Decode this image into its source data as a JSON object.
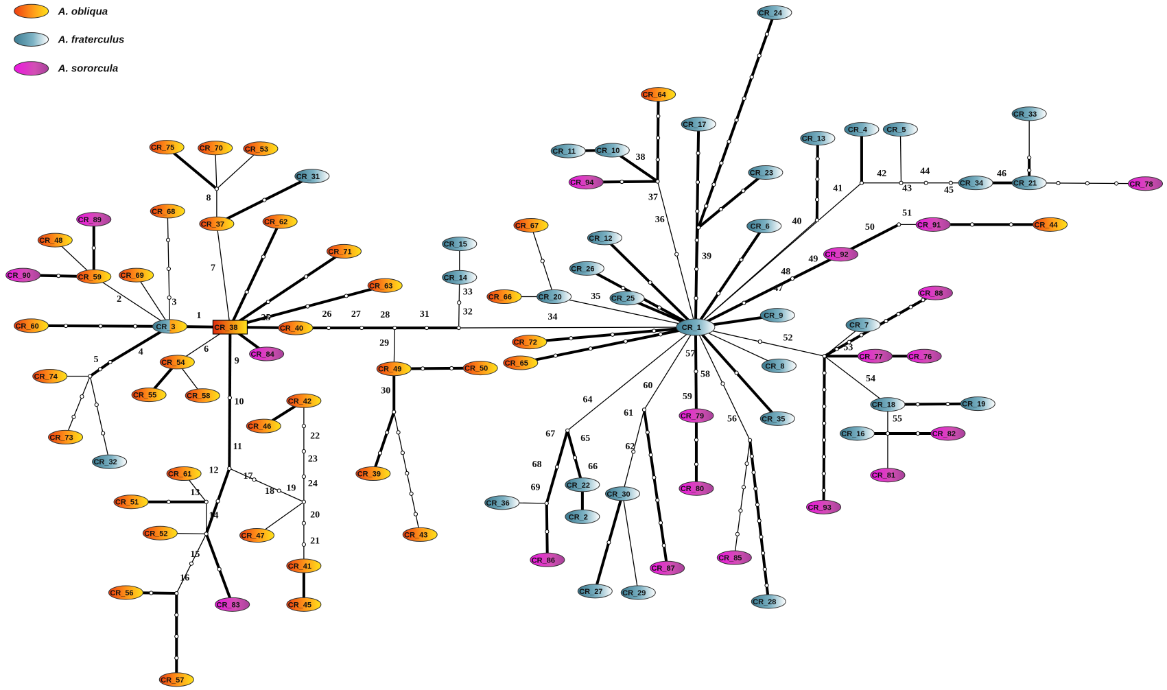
{
  "legend": [
    {
      "species": "A. obliqua",
      "group": "obliqua"
    },
    {
      "species": "A. fraterculus",
      "group": "fraterculus"
    },
    {
      "species": "A. sororcula",
      "group": "sororcula"
    }
  ],
  "colors": {
    "obliqua": [
      "#ee3d10",
      "#ff9a1a",
      "#ffe21a"
    ],
    "fraterculus": [
      "#3b7b91",
      "#7cb2c4",
      "#ffffff"
    ],
    "sororcula": [
      "#ee14e1",
      "#d24fb4",
      "#a8419a"
    ],
    "root": [
      "#e02a0c",
      "#ffe21a"
    ],
    "line": "#000000",
    "vertex": "#ffffff"
  },
  "haplotypes": [
    {
      "id": "CR_1",
      "group": "fraterculus",
      "big": true
    },
    {
      "id": "CR_2",
      "group": "fraterculus"
    },
    {
      "id": "CR_3",
      "group": "mixed"
    },
    {
      "id": "CR_4",
      "group": "fraterculus"
    },
    {
      "id": "CR_5",
      "group": "fraterculus"
    },
    {
      "id": "CR_6",
      "group": "fraterculus"
    },
    {
      "id": "CR_7",
      "group": "fraterculus"
    },
    {
      "id": "CR_8",
      "group": "fraterculus"
    },
    {
      "id": "CR_9",
      "group": "fraterculus"
    },
    {
      "id": "CR_10",
      "group": "fraterculus"
    },
    {
      "id": "CR_11",
      "group": "fraterculus"
    },
    {
      "id": "CR_12",
      "group": "fraterculus"
    },
    {
      "id": "CR_13",
      "group": "fraterculus"
    },
    {
      "id": "CR_14",
      "group": "fraterculus"
    },
    {
      "id": "CR_15",
      "group": "fraterculus"
    },
    {
      "id": "CR_16",
      "group": "fraterculus"
    },
    {
      "id": "CR_17",
      "group": "fraterculus"
    },
    {
      "id": "CR_18",
      "group": "fraterculus"
    },
    {
      "id": "CR_19",
      "group": "fraterculus"
    },
    {
      "id": "CR_20",
      "group": "fraterculus"
    },
    {
      "id": "CR_21",
      "group": "fraterculus"
    },
    {
      "id": "CR_22",
      "group": "fraterculus"
    },
    {
      "id": "CR_23",
      "group": "fraterculus"
    },
    {
      "id": "CR_24",
      "group": "fraterculus"
    },
    {
      "id": "CR_25",
      "group": "fraterculus"
    },
    {
      "id": "CR_26",
      "group": "fraterculus"
    },
    {
      "id": "CR_27",
      "group": "fraterculus"
    },
    {
      "id": "CR_28",
      "group": "fraterculus"
    },
    {
      "id": "CR_29",
      "group": "fraterculus"
    },
    {
      "id": "CR_30",
      "group": "fraterculus"
    },
    {
      "id": "CR_31",
      "group": "fraterculus"
    },
    {
      "id": "CR_32",
      "group": "fraterculus"
    },
    {
      "id": "CR_33",
      "group": "fraterculus"
    },
    {
      "id": "CR_34",
      "group": "fraterculus"
    },
    {
      "id": "CR_35",
      "group": "fraterculus"
    },
    {
      "id": "CR_36",
      "group": "fraterculus"
    },
    {
      "id": "CR_37",
      "group": "obliqua"
    },
    {
      "id": "CR_38",
      "group": "root"
    },
    {
      "id": "CR_39",
      "group": "obliqua"
    },
    {
      "id": "CR_40",
      "group": "obliqua"
    },
    {
      "id": "CR_41",
      "group": "obliqua"
    },
    {
      "id": "CR_42",
      "group": "obliqua"
    },
    {
      "id": "CR_43",
      "group": "obliqua"
    },
    {
      "id": "CR_44",
      "group": "obliqua"
    },
    {
      "id": "CR_45",
      "group": "obliqua"
    },
    {
      "id": "CR_46",
      "group": "obliqua"
    },
    {
      "id": "CR_47",
      "group": "obliqua"
    },
    {
      "id": "CR_48",
      "group": "obliqua"
    },
    {
      "id": "CR_49",
      "group": "obliqua"
    },
    {
      "id": "CR_50",
      "group": "obliqua"
    },
    {
      "id": "CR_51",
      "group": "obliqua"
    },
    {
      "id": "CR_52",
      "group": "obliqua"
    },
    {
      "id": "CR_53",
      "group": "obliqua"
    },
    {
      "id": "CR_54",
      "group": "obliqua"
    },
    {
      "id": "CR_55",
      "group": "obliqua"
    },
    {
      "id": "CR_56",
      "group": "obliqua"
    },
    {
      "id": "CR_57",
      "group": "obliqua"
    },
    {
      "id": "CR_58",
      "group": "obliqua"
    },
    {
      "id": "CR_59",
      "group": "obliqua"
    },
    {
      "id": "CR_60",
      "group": "obliqua"
    },
    {
      "id": "CR_61",
      "group": "obliqua"
    },
    {
      "id": "CR_62",
      "group": "obliqua"
    },
    {
      "id": "CR_63",
      "group": "obliqua"
    },
    {
      "id": "CR_64",
      "group": "obliqua"
    },
    {
      "id": "CR_65",
      "group": "obliqua"
    },
    {
      "id": "CR_66",
      "group": "obliqua"
    },
    {
      "id": "CR_67",
      "group": "obliqua"
    },
    {
      "id": "CR_68",
      "group": "obliqua"
    },
    {
      "id": "CR_69",
      "group": "obliqua"
    },
    {
      "id": "CR_70",
      "group": "obliqua"
    },
    {
      "id": "CR_71",
      "group": "obliqua"
    },
    {
      "id": "CR_72",
      "group": "obliqua"
    },
    {
      "id": "CR_73",
      "group": "obliqua"
    },
    {
      "id": "CR_74",
      "group": "obliqua"
    },
    {
      "id": "CR_75",
      "group": "obliqua"
    },
    {
      "id": "CR_76",
      "group": "sororcula"
    },
    {
      "id": "CR_77",
      "group": "sororcula"
    },
    {
      "id": "CR_78",
      "group": "sororcula"
    },
    {
      "id": "CR_79",
      "group": "sororcula"
    },
    {
      "id": "CR_80",
      "group": "sororcula"
    },
    {
      "id": "CR_81",
      "group": "sororcula"
    },
    {
      "id": "CR_82",
      "group": "sororcula"
    },
    {
      "id": "CR_83",
      "group": "sororcula"
    },
    {
      "id": "CR_84",
      "group": "sororcula"
    },
    {
      "id": "CR_85",
      "group": "sororcula"
    },
    {
      "id": "CR_86",
      "group": "sororcula"
    },
    {
      "id": "CR_87",
      "group": "sororcula"
    },
    {
      "id": "CR_88",
      "group": "sororcula"
    },
    {
      "id": "CR_89",
      "group": "sororcula"
    },
    {
      "id": "CR_90",
      "group": "sororcula"
    },
    {
      "id": "CR_91",
      "group": "sororcula"
    },
    {
      "id": "CR_92",
      "group": "sororcula"
    },
    {
      "id": "CR_93",
      "group": "sororcula"
    },
    {
      "id": "CR_94",
      "group": "sororcula"
    }
  ],
  "edge_labels": [
    "1",
    "2",
    "3",
    "4",
    "5",
    "6",
    "7",
    "8",
    "9",
    "10",
    "11",
    "12",
    "13",
    "14",
    "15",
    "16",
    "17",
    "18",
    "19",
    "20",
    "21",
    "22",
    "23",
    "24",
    "25",
    "26",
    "27",
    "28",
    "29",
    "30",
    "31",
    "32",
    "33",
    "34",
    "35",
    "36",
    "37",
    "38",
    "39",
    "40",
    "41",
    "42",
    "43",
    "44",
    "45",
    "46",
    "47",
    "48",
    "49",
    "50",
    "51",
    "52",
    "53",
    "54",
    "55",
    "56",
    "57",
    "58",
    "59",
    "60",
    "61",
    "62",
    "64",
    "65",
    "66",
    "67",
    "68",
    "69"
  ]
}
